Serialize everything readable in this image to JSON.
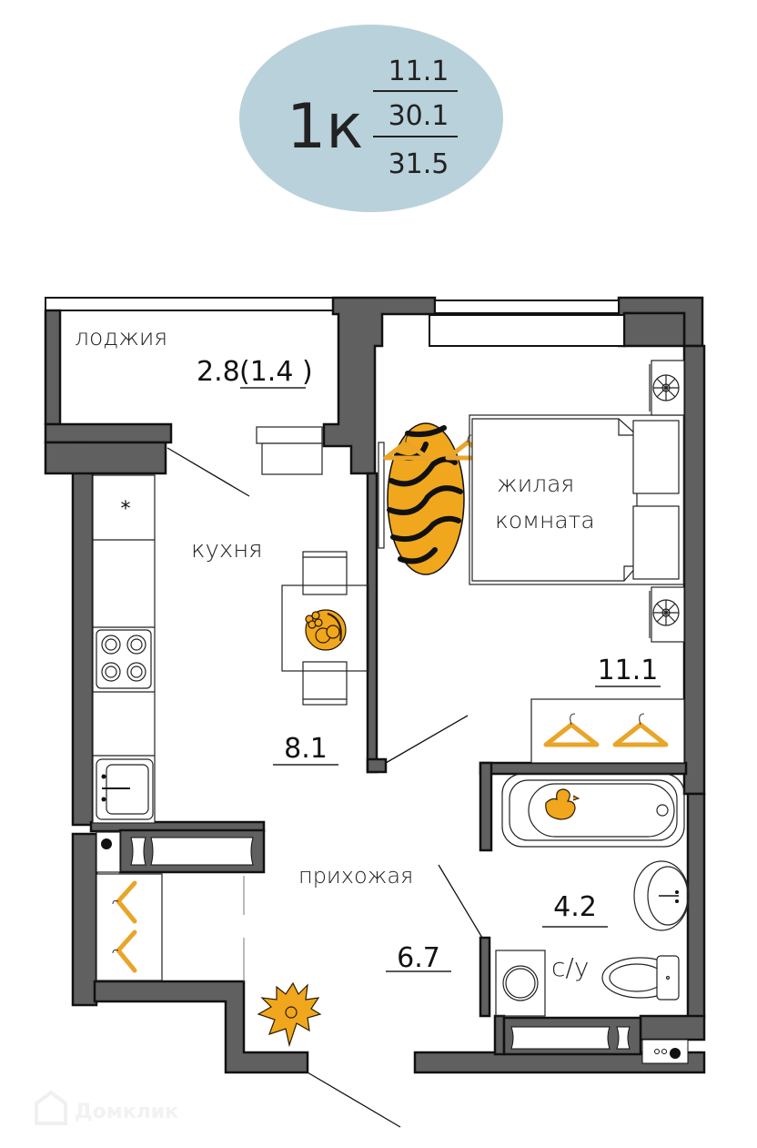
{
  "summary_badge": {
    "rooms_label": "1к",
    "living_area": "11.1",
    "total_area": "30.1",
    "total_area_with_loggia": "31.5",
    "background_color": "#B9D1DB"
  },
  "rooms": [
    {
      "id": "loggia",
      "name": "лоджия",
      "area": "2.8",
      "area_reduced": "(1.4 )"
    },
    {
      "id": "living",
      "name_line1": "жилая",
      "name_line2": "комната",
      "area": "11.1"
    },
    {
      "id": "kitchen",
      "name": "кухня",
      "area": "8.1"
    },
    {
      "id": "hallway",
      "name": "прихожая",
      "area": "6.7"
    },
    {
      "id": "bathroom",
      "name": "с/у",
      "area": "4.2"
    }
  ],
  "fridge_symbol": "*",
  "colors": {
    "wall": "#606060",
    "accent": "#F0A71E"
  },
  "watermark": {
    "text": "Домклик"
  }
}
